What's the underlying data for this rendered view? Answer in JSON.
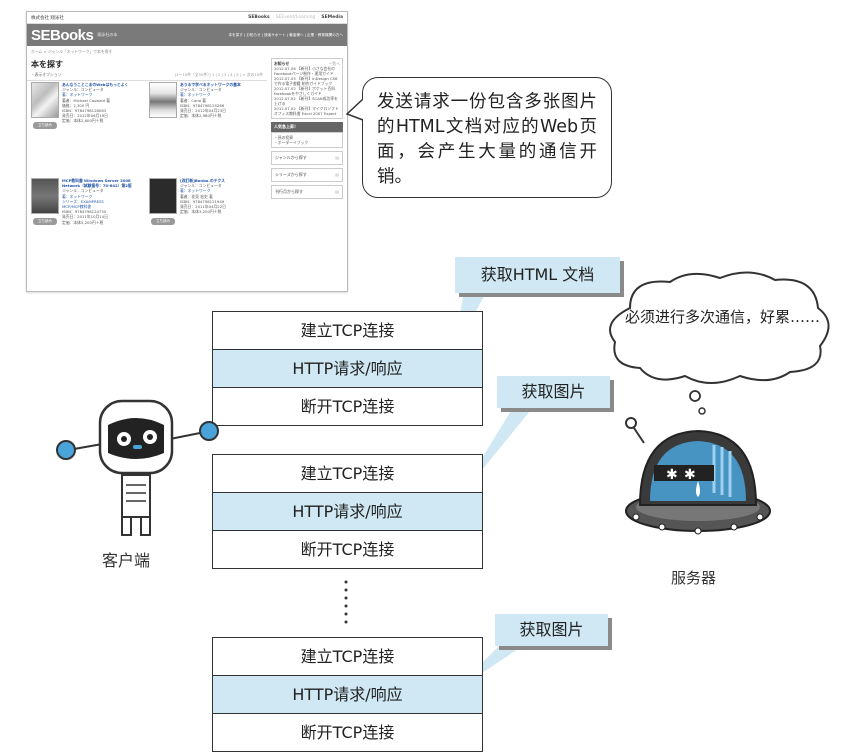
{
  "website": {
    "top_left": "株式会社 翔泳社",
    "top_links": [
      "SEBooks",
      "SEEvent/Learning",
      "SEMedia"
    ],
    "logo": "SEBooks",
    "logo_sub": "翔泳社の本",
    "nav": "本を探す | お知らせ | 読者サポート | 著者様へ | 企業・教育機関の方へ",
    "breadcrumb": "ホーム > ジャンル「ネットワーク」で本を探す",
    "page_title": "本を探す",
    "options": "・表示オプション",
    "pagination": "[1〜10件（全50件）]  1 | 2 | 3 | 4 | 5 | >  次の10件",
    "books": [
      {
        "title": "あんなうことこまのWebはもっとよく",
        "lines": [
          "ジャンル：コンピュータ",
          "著：ネットワーク",
          "著者：Michael Caswald 著",
          "価格：2,300 円",
          "ISBN：9784798128063",
          "発売日：2012年06月19日",
          "定価：本体2,800円＋税"
        ],
        "button": "立ち読み"
      },
      {
        "title": "あうるで学べるネットワークの基本",
        "lines": [
          "ジャンル：コンピュータ",
          "著：ネットワーク",
          "著者：Cana 著",
          "ISBN：9784798125266",
          "発売日：2012年04月23日",
          "定価：本体2,980円＋税"
        ],
        "button": ""
      },
      {
        "title": "MCP教科書 Windows Server 2008 Network（試験番号：70-642）第2版",
        "lines": [
          "ジャンル：コンピュータ",
          "著：ネットワーク",
          "シリーズ：EXAMPRESS",
          "MCP/MCP教科書",
          "ISBN：9784798124735",
          "発売日：2011年10月14日",
          "定価：本体5,200円＋税"
        ],
        "button": "立ち読み"
      },
      {
        "title": "[改訂新]Bonbo.のテクス",
        "lines": [
          "ジャンル：コンピュータ",
          "著：ネットワーク",
          "著者：花見 宏史 著",
          "ISBN：9784798121949",
          "発売日：2011年04月22日",
          "定価：本体3,200円＋税"
        ],
        "button": "立ち読み"
      }
    ],
    "sidebar": {
      "news_title": "お知らせ",
      "news_more": "一覧へ",
      "news": [
        "2012.07.06 【新刊】小さな会社のFacebookページ制作・運用ガイド",
        "2012.07.05 【新刊】InDesign CS6で作る電子書籍 制作ガイドブック",
        "2012.07.02 【新刊】ポケット百科 facebookをやさしくガイド",
        "2012.07.02 【新刊】SCAN成功率を上げる",
        "2012.07.02 【新刊】マイクロソフトオフィス教科書 Excel 2007 Expert"
      ],
      "rank_title": "人気急上昇！",
      "rank_items": [
        "・孫の投資",
        "・ボーダーイブック"
      ],
      "links": [
        "ジャンルから探す",
        "シリーズから探す",
        "刊行月から探す"
      ]
    }
  },
  "callout_text": "发送请求一份包含多张图片的HTML文档对应的Web页面，会产生大量的通信开销。",
  "server_thought": "必须进行多次通信，好累……",
  "stacks": [
    {
      "tag": "获取HTML 文档",
      "rows": [
        "建立TCP连接",
        "HTTP请求/响应",
        "断开TCP连接"
      ]
    },
    {
      "tag": "获取图片",
      "rows": [
        "建立TCP连接",
        "HTTP请求/响应",
        "断开TCP连接"
      ]
    },
    {
      "tag": "获取图片",
      "rows": [
        "建立TCP连接",
        "HTTP请求/响应",
        "断开TCP连接"
      ]
    }
  ],
  "client_label": "客户端",
  "server_label": "服务器",
  "colors": {
    "row_highlight": "#cfe8f3",
    "tag_fill": "#cfe8f3",
    "robot_eye": "#4aa3d9"
  }
}
